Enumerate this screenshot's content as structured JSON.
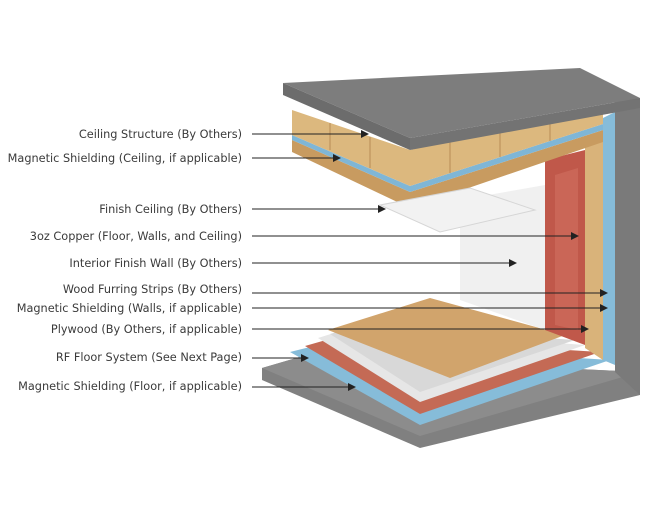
{
  "labels": [
    {
      "text": "Ceiling Structure (By Others)"
    },
    {
      "text": "Magnetic Shielding (Ceiling, if applicable)"
    },
    {
      "text": "Finish Ceiling (By Others)"
    },
    {
      "text": "3oz Copper (Floor, Walls, and Ceiling)"
    },
    {
      "text": "Interior Finish Wall (By Others)"
    },
    {
      "text": "Wood Furring Strips (By Others)"
    },
    {
      "text": "Magnetic Shielding (Walls, if applicable)"
    },
    {
      "text": "Plywood (By Others, if applicable)"
    },
    {
      "text": "RF Floor System (See Next Page)"
    },
    {
      "text": "Magnetic Shielding (Floor, if applicable)"
    }
  ],
  "colors": {
    "concrete": "#7d7d7d",
    "wood": "#d9b37a",
    "copper": "#c0584a",
    "shield": "#7fb6d6",
    "finish": "#ececec"
  }
}
